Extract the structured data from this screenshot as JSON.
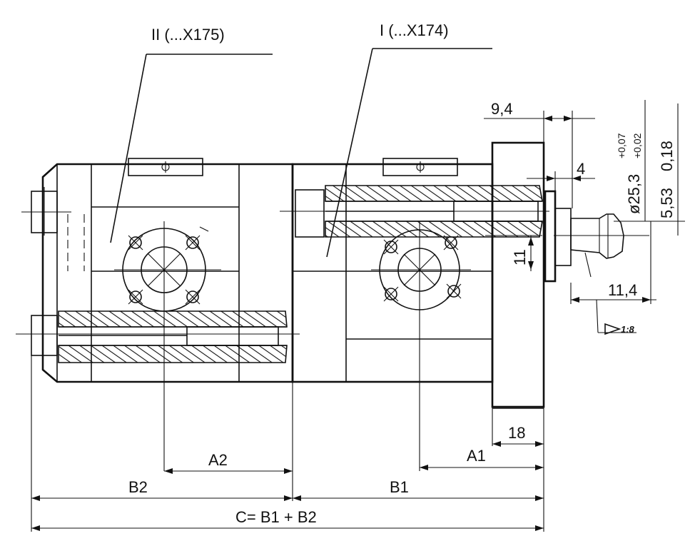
{
  "callouts": {
    "pump_ii": "II (...X175)",
    "pump_i": "I (...X174)"
  },
  "dimensions": {
    "d_9_4": "9,4",
    "d_4": "4",
    "d_11": "11",
    "d_11_4": "11,4",
    "d_18": "18",
    "a1": "A1",
    "a2": "A2",
    "b1": "B1",
    "b2": "B2",
    "c_total": "C= B1 + B2",
    "shaft_dia": "ø25,3",
    "shaft_tol_upper": "+0,07",
    "shaft_tol_lower": "+0,02",
    "key_width": "5,53",
    "key_tol": "0,18",
    "taper": "1:8"
  }
}
